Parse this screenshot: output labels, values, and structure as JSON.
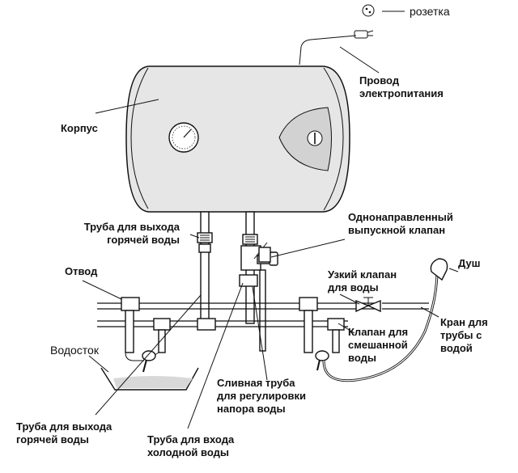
{
  "labels": {
    "socket": "розетка",
    "power_cord": [
      "Провод",
      "электропитания"
    ],
    "body": "Корпус",
    "hot_out_top": [
      "Труба для выхода",
      "горячей воды"
    ],
    "check_valve": [
      "Однонаправленный",
      "выпускной клапан"
    ],
    "branch": "Отвод",
    "narrow_valve": [
      "Узкий клапан",
      "для воды"
    ],
    "shower": "Душ",
    "mix_valve": [
      "Клапан для",
      "смешанной",
      "воды"
    ],
    "supply_tap": [
      "Кран для",
      "трубы с",
      "водой"
    ],
    "drain": "Водосток",
    "drain_pipe": [
      "Сливная труба",
      "для регулировки",
      "напора воды"
    ],
    "hot_out_bottom": [
      "Труба для выхода",
      "горячей воды"
    ],
    "cold_in": [
      "Труба для входа",
      "холодной воды"
    ]
  }
}
